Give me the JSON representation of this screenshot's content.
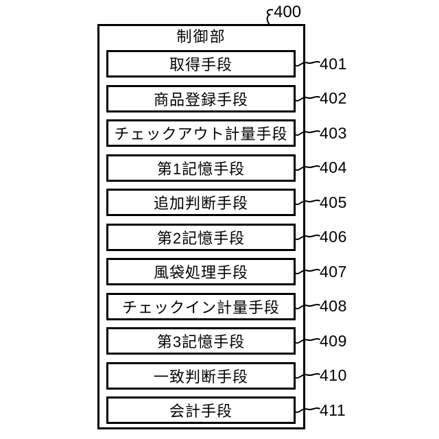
{
  "figure": {
    "ref_label": "400",
    "container": {
      "title": "制御部"
    },
    "boxes": [
      {
        "label": "取得手段",
        "ref": "401"
      },
      {
        "label": "商品登録手段",
        "ref": "402"
      },
      {
        "label": "チェックアウト計量手段",
        "ref": "403"
      },
      {
        "label": "第1記憶手段",
        "ref": "404"
      },
      {
        "label": "追加判断手段",
        "ref": "405"
      },
      {
        "label": "第2記憶手段",
        "ref": "406"
      },
      {
        "label": "風袋処理手段",
        "ref": "407"
      },
      {
        "label": "チェックイン計量手段",
        "ref": "408"
      },
      {
        "label": "第3記憶手段",
        "ref": "409"
      },
      {
        "label": "一致判断手段",
        "ref": "410"
      },
      {
        "label": "会計手段",
        "ref": "411"
      }
    ]
  },
  "colors": {
    "line": "#000000",
    "background": "#ffffff",
    "text": "#000000"
  }
}
